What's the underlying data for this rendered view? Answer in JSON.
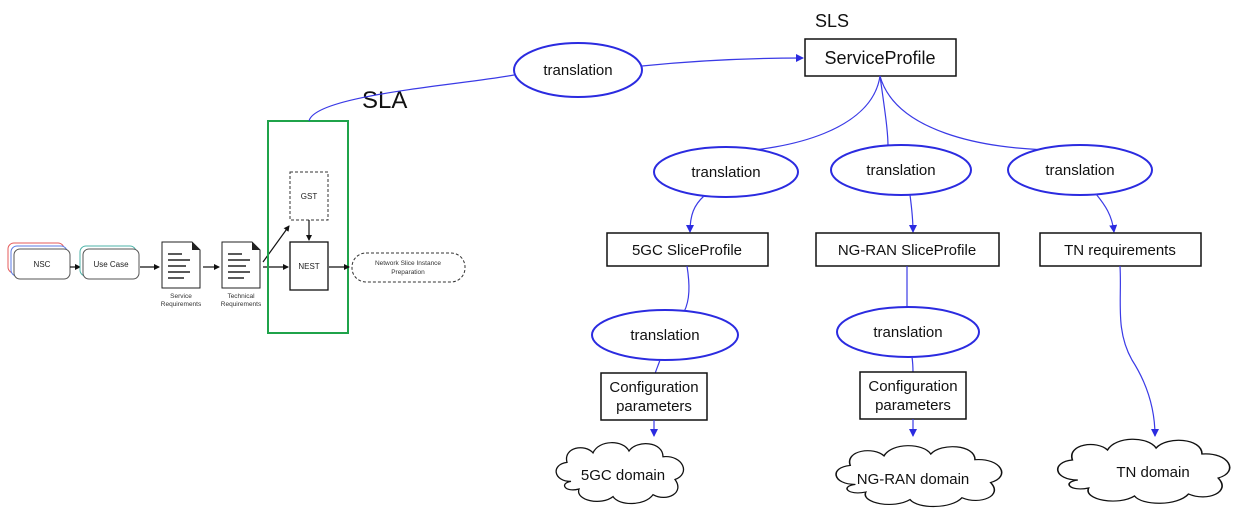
{
  "labels": {
    "sla": "SLA",
    "sls": "SLS",
    "translation": "translation",
    "service_profile": "ServiceProfile",
    "slice_5gc": "5GC SliceProfile",
    "slice_ngran": "NG-RAN SliceProfile",
    "tn_requirements": "TN requirements",
    "config_line1": "Configuration",
    "config_line2": "parameters",
    "domain_5gc": "5GC domain",
    "domain_ngran": "NG-RAN domain",
    "domain_tn": "TN domain"
  },
  "left_flow": {
    "nsc": "NSC",
    "use_case": "Use Case",
    "service_req_1": "Service",
    "service_req_2": "Requirements",
    "technical_req_1": "Technical",
    "technical_req_2": "Requirements",
    "gst": "GST",
    "nest": "NEST",
    "prep_1": "Network Slice Instance",
    "prep_2": "Preparation"
  },
  "colors": {
    "flow_blue": "#3a3ae6",
    "ellipse_stroke": "#2b2be0",
    "sla_frame_green": "#1fa34a"
  }
}
